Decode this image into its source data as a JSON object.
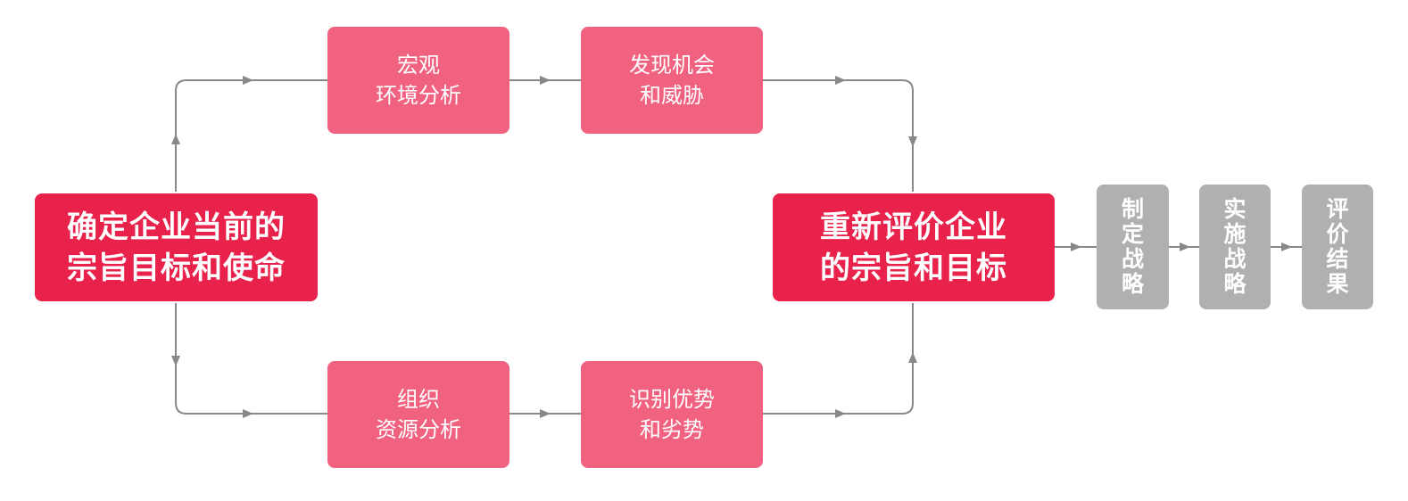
{
  "diagram": {
    "start": {
      "line1": "确定企业当前的",
      "line2": "宗旨目标和使命"
    },
    "macro_env": {
      "line1": "宏观",
      "line2": "环境分析"
    },
    "opportunities": {
      "line1": "发现机会",
      "line2": "和威胁"
    },
    "org_resources": {
      "line1": "组织",
      "line2": "资源分析"
    },
    "strengths": {
      "line1": "识别优势",
      "line2": "和劣势"
    },
    "reassess": {
      "line1": "重新评价企业",
      "line2": "的宗旨和目标"
    },
    "formulate": {
      "chars": [
        "制",
        "定",
        "战",
        "略"
      ]
    },
    "implement": {
      "chars": [
        "实",
        "施",
        "战",
        "略"
      ]
    },
    "evaluate": {
      "chars": [
        "评",
        "价",
        "结",
        "果"
      ]
    },
    "colors": {
      "primary": "#e8224b",
      "secondary": "#f0627f",
      "neutral": "#b0b0b0",
      "connector": "#888888"
    }
  }
}
